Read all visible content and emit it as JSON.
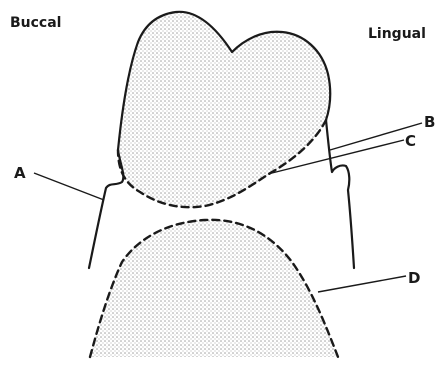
{
  "labels": {
    "buccal": "Buccal",
    "lingual": "Lingual",
    "a": "A",
    "b": "B",
    "c": "C",
    "d": "D"
  },
  "colors": {
    "ink": "#1a1a1a",
    "stipple": "#9a9a9a",
    "background": "#ffffff"
  }
}
